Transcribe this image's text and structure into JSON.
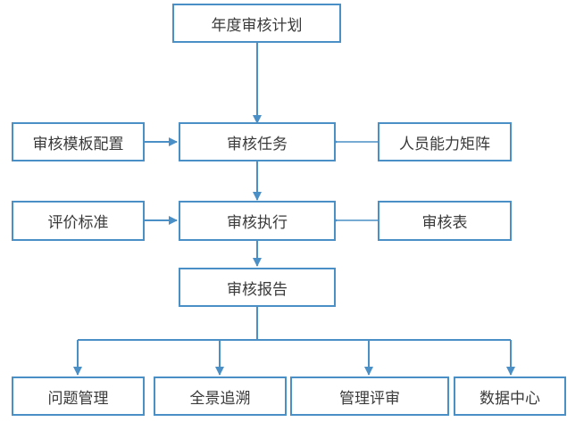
{
  "diagram": {
    "annual_plan": "年度审核计划",
    "template_config": "审核模板配置",
    "audit_task": "审核任务",
    "staff_matrix": "人员能力矩阵",
    "eval_standard": "评价标准",
    "audit_execution": "审核执行",
    "audit_sheet": "审核表",
    "audit_report": "审核报告",
    "outputs": [
      "问题管理",
      "全景追溯",
      "管理评审",
      "数据中心"
    ]
  },
  "colors": {
    "box_border": "#4a8fc6",
    "line": "#4a8fc6",
    "text": "#3a3a3a"
  }
}
